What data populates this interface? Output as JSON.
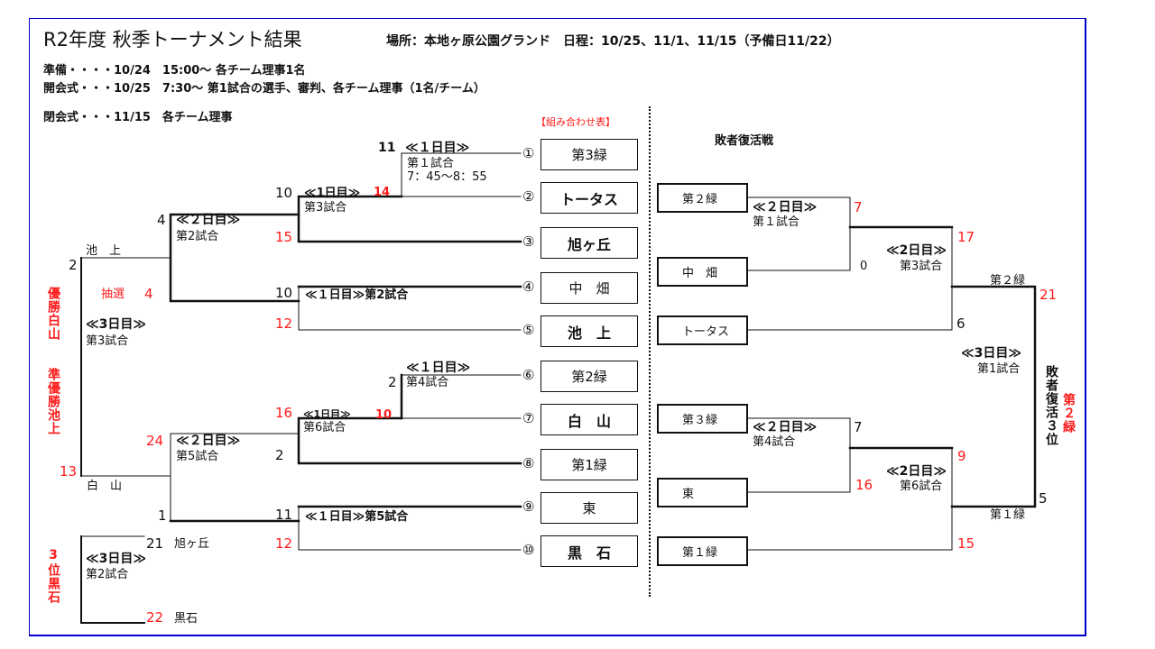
{
  "header": {
    "title": "R2年度 秋季トーナメント結果",
    "venue_schedule": "場所：本地ヶ原公園グランド　日程：10/25、11/1、11/15（予備日11/22）",
    "notes": [
      "準備・・・・10/24　15:00～ 各チーム理事1名",
      "開会式・・・10/25　7:30～ 第1試合の選手、審判、各チーム理事（1名/チーム）",
      "閉会式・・・11/15　各チーム理事"
    ],
    "pairing_label": "【組み合わせ表】"
  },
  "main_bracket": {
    "seeds": [
      {
        "num": "①",
        "team": "第3緑",
        "bold": false
      },
      {
        "num": "②",
        "team": "トータス",
        "bold": true
      },
      {
        "num": "③",
        "team": "旭ヶ丘",
        "bold": true
      },
      {
        "num": "④",
        "team": "中　畑",
        "bold": false
      },
      {
        "num": "⑤",
        "team": "池　上",
        "bold": true
      },
      {
        "num": "⑥",
        "team": "第2緑",
        "bold": false
      },
      {
        "num": "⑦",
        "team": "白　山",
        "bold": true
      },
      {
        "num": "⑧",
        "team": "第1緑",
        "bold": false
      },
      {
        "num": "⑨",
        "team": "東",
        "bold": false
      },
      {
        "num": "⑩",
        "team": "黒　石",
        "bold": true
      }
    ],
    "games": {
      "g1": {
        "day": "≪１日目≫",
        "name": "第１試合",
        "time": "7：45～8：55",
        "score_top": "11",
        "score_bottom": "14"
      },
      "g3": {
        "day": "≪1日目≫",
        "name": "第3試合",
        "score_top": "10",
        "score_bottom": "15"
      },
      "g2": {
        "label": "≪１日目≫第2試合",
        "score_top": "10",
        "score_bottom": "12"
      },
      "d2g2": {
        "day": "≪２日目≫",
        "name": "第2試合",
        "score_top": "4",
        "score_bottom": "4",
        "lottery": "抽選"
      },
      "g4": {
        "day": "≪１日目≫",
        "name": "第4試合",
        "score_top": "2",
        "score_bottom": "10"
      },
      "g6": {
        "day": "≪1日目≫",
        "name": "第6試合",
        "score_top": "16",
        "score_bottom": "2"
      },
      "g5": {
        "label": "≪１日目≫第5試合",
        "score_top": "11",
        "score_bottom": "12"
      },
      "d2g5": {
        "day": "≪２日目≫",
        "name": "第5試合",
        "score_top": "24",
        "score_bottom": "1"
      },
      "final": {
        "day": "≪3日目≫",
        "name": "第3試合",
        "score_top": "2",
        "score_bottom": "13",
        "team_top": "池　上",
        "team_bottom": "白　山"
      },
      "third": {
        "day": "≪3日目≫",
        "name": "第2試合",
        "score_top": "21",
        "score_bottom": "22",
        "team_top": "旭ヶ丘",
        "team_bottom": "黒石"
      }
    },
    "results": {
      "champion": "優勝白山",
      "runner_up": "準優勝池上",
      "third": "3位黒石"
    }
  },
  "consolation": {
    "title": "敗者復活戦",
    "teams": [
      "第２緑",
      "中　畑",
      "トータス",
      "第３緑",
      "東",
      "第１緑"
    ],
    "games": {
      "d2g1": {
        "day": "≪２日目≫",
        "name": "第１試合",
        "score_top": "7",
        "score_bottom": "0"
      },
      "d2g3": {
        "day": "≪2日目≫",
        "name": "第3試合",
        "score_top": "17",
        "score_bottom": "6"
      },
      "d2g4": {
        "day": "≪２日目≫",
        "name": "第4試合",
        "score_top": "7",
        "score_bottom": "16"
      },
      "d2g6": {
        "day": "≪2日目≫",
        "name": "第6試合",
        "score_top": "9",
        "score_bottom": "15"
      },
      "d3g1": {
        "day": "≪3日目≫",
        "name": "第1試合",
        "score_top": "21",
        "score_bottom": "5",
        "team_top": "第２緑",
        "team_bottom": "第１緑"
      }
    },
    "result_label": "敗者復活３位",
    "result_team": "第２緑"
  },
  "colors": {
    "frame": "#0000cc",
    "winner_score": "#ff1a1a",
    "line": "#111111"
  }
}
